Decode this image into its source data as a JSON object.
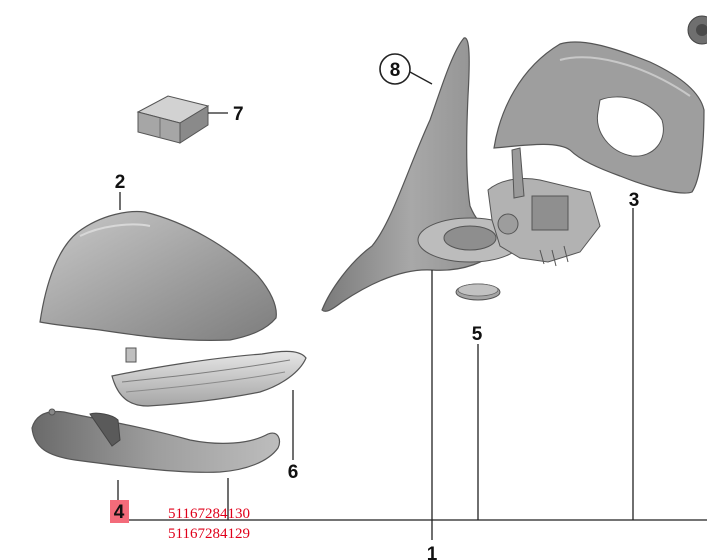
{
  "callouts": {
    "c1": "1",
    "c2": "2",
    "c3": "3",
    "c4": "4",
    "c5": "5",
    "c6": "6",
    "c7": "7",
    "c8": "8"
  },
  "part_numbers": [
    "51167284130",
    "51167284129"
  ],
  "colors": {
    "part_gray": "#a9a9a9",
    "part_dark": "#6f6f6f",
    "highlight": "#f36b7a",
    "part_number_text": "#e0001a"
  }
}
